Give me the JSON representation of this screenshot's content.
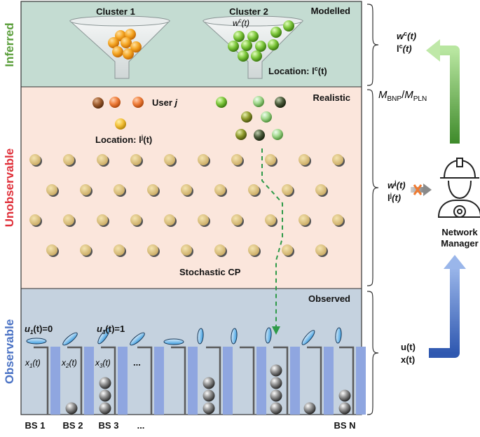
{
  "layers": {
    "modelled": "Modelled",
    "realistic": "Realistic",
    "observed": "Observed"
  },
  "side_labels": {
    "inferred": "Inferred",
    "unobservable": "Unobservable",
    "observable": "Observable"
  },
  "modelled": {
    "cluster1": "Cluster 1",
    "cluster2": "Cluster 2",
    "weight": "w",
    "weight_sup": "c",
    "weight_arg": "(t)",
    "location": "Location: l",
    "location_sup": "c",
    "location_arg": "(t)"
  },
  "realistic": {
    "user": "User ",
    "user_j": "j",
    "location": "Location: l",
    "location_sup": "j",
    "location_arg": "(t)",
    "process": "Stochastic CP"
  },
  "observed": {
    "u1": "u",
    "u1_sub": "1",
    "u1_rest": "(t)=0",
    "u3": "u",
    "u3_sub": "3",
    "u3_rest": "(t)=1",
    "x_labels": [
      {
        "base": "x",
        "sub": "1",
        "arg": "(t)"
      },
      {
        "base": "x",
        "sub": "2",
        "arg": "(t)"
      },
      {
        "base": "x",
        "sub": "3",
        "arg": "(t)"
      }
    ],
    "ellipsis": "...",
    "bs_labels": [
      "BS 1",
      "BS 2",
      "BS 3",
      "...",
      "BS N"
    ]
  },
  "right": {
    "inferred_w": "w",
    "inferred_w_sup": "c",
    "inferred_w_arg": "(t)",
    "inferred_l": "l",
    "inferred_l_sup": "c",
    "inferred_l_arg": "(t)",
    "model_a": "M",
    "model_a_sub": "BNP",
    "model_sep": "/",
    "model_b": "M",
    "model_b_sub": "PLN",
    "user_w": "w",
    "user_w_sup": "j",
    "user_w_arg": "(t)",
    "user_l": "l",
    "user_l_sup": "j",
    "user_l_arg": "(t)",
    "manager_line1": "Network",
    "manager_line2": "Manager",
    "obs_u": "u(t)",
    "obs_x": "x(t)"
  },
  "colors": {
    "modelled_bg": "#c4dcd2",
    "realistic_bg": "#fbe6dc",
    "observed_bg": "#c5d2df",
    "inferred_text": "#5a9e3a",
    "unobservable_text": "#e0303a",
    "observable_text": "#4a72c4",
    "green_arrow": "#6fb84f",
    "blue_arrow": "#4a72c4",
    "dash_arrow": "#2e9a48"
  }
}
